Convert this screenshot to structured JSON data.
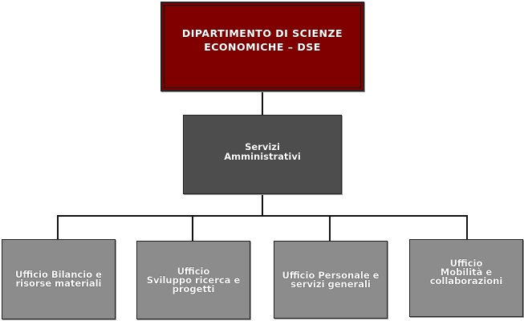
{
  "root": {
    "label": "DIPARTIMENTO DI SCIENZE\nECONOMICHE – DSE",
    "color": "#800000"
  },
  "middle": {
    "label": "Servizi\nAmministrativi",
    "color": "#4d4d4d"
  },
  "offices": [
    {
      "label": "Ufficio Bilancio e\nrisorse materiali"
    },
    {
      "label": "Ufficio\nSviluppo ricerca e\nprogetti"
    },
    {
      "label": "Ufficio Personale e\nservizi generali"
    },
    {
      "label": "Ufficio\nMobilità e\ncollaborazioni"
    }
  ],
  "office_color": "#8c8c8c"
}
